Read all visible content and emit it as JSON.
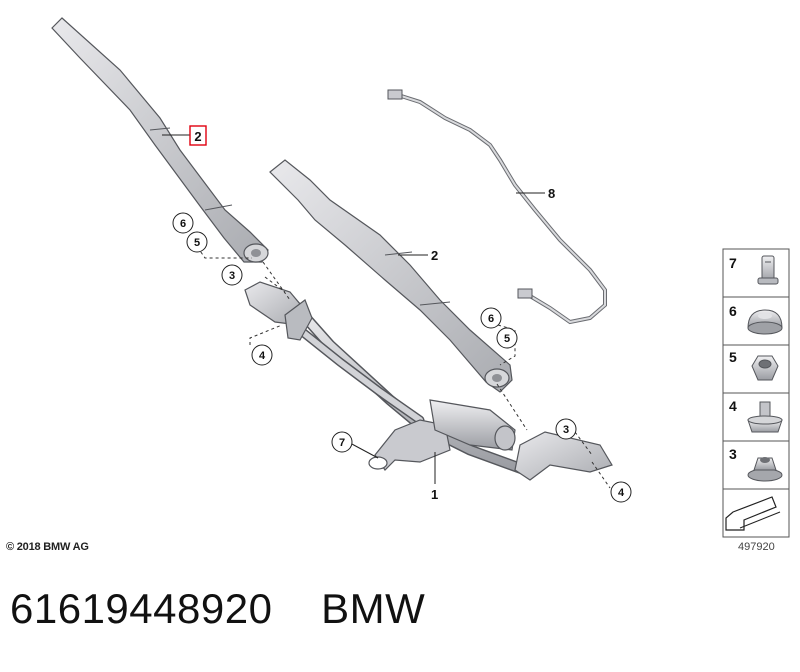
{
  "diagram": {
    "callouts": {
      "arm_left_highlight": "2",
      "arm_right": "2",
      "linkage": "1",
      "hose": "8",
      "left_circles": [
        "6",
        "5",
        "3",
        "4"
      ],
      "right_circles": [
        "6",
        "5",
        "3",
        "4"
      ],
      "bracket_circle": "7"
    },
    "highlight_color": "#e0000f"
  },
  "legend": {
    "items": [
      {
        "num": "7",
        "icon": "push-rivet-icon"
      },
      {
        "num": "6",
        "icon": "cap-icon"
      },
      {
        "num": "5",
        "icon": "hex-nut-icon"
      },
      {
        "num": "4",
        "icon": "stud-nut-icon"
      },
      {
        "num": "3",
        "icon": "flange-nut-icon"
      }
    ],
    "footer_icon": "reference-arrow-icon"
  },
  "footer": {
    "copyright": "© 2018 BMW AG",
    "ref_number": "497920",
    "part_number": "61619448920",
    "brand": "BMW"
  }
}
